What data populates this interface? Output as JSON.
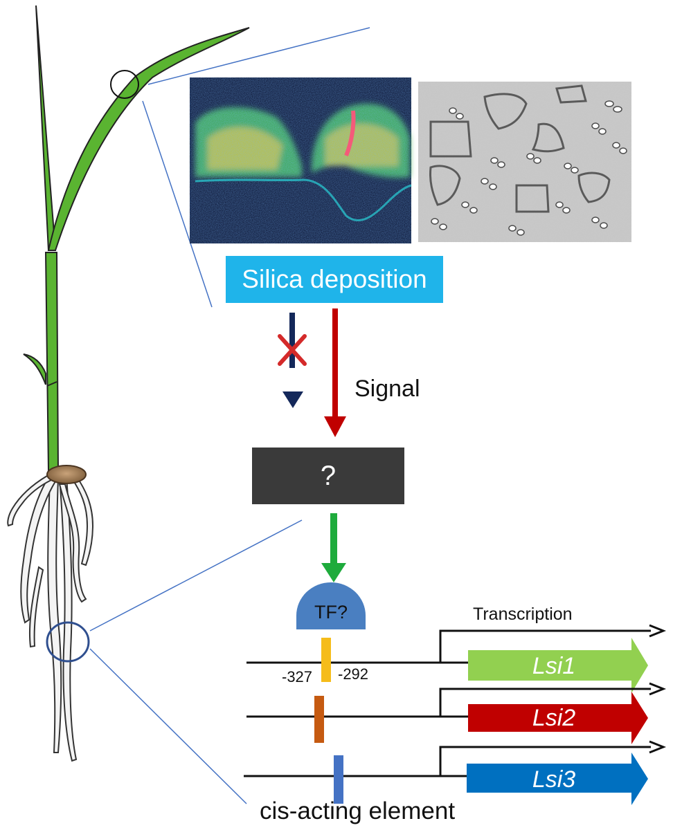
{
  "labels": {
    "silica_deposition": "Silica deposition",
    "signal": "Signal",
    "unknown": "?",
    "tf": "TF?",
    "transcription": "Transcription",
    "position_start": "-327",
    "position_end": "-292",
    "cis_element": "cis-acting element"
  },
  "genes": [
    {
      "name": "Lsi1",
      "color": "#92d050",
      "element_color": "#f5bc1a"
    },
    {
      "name": "Lsi2",
      "color": "#c00000",
      "element_color": "#c55a11"
    },
    {
      "name": "Lsi3",
      "color": "#0070c0",
      "element_color": "#4472c4"
    }
  ],
  "colors": {
    "silica_box": "#1fb4ea",
    "unknown_box": "#3a3a3a",
    "signal_arrow": "#c00000",
    "blocked_arrow": "#14285a",
    "green_arrow": "#1eab3c",
    "tf_shape": "#4a7fc1",
    "leaf_green": "#5ab431",
    "callout_line": "#4472c4"
  }
}
